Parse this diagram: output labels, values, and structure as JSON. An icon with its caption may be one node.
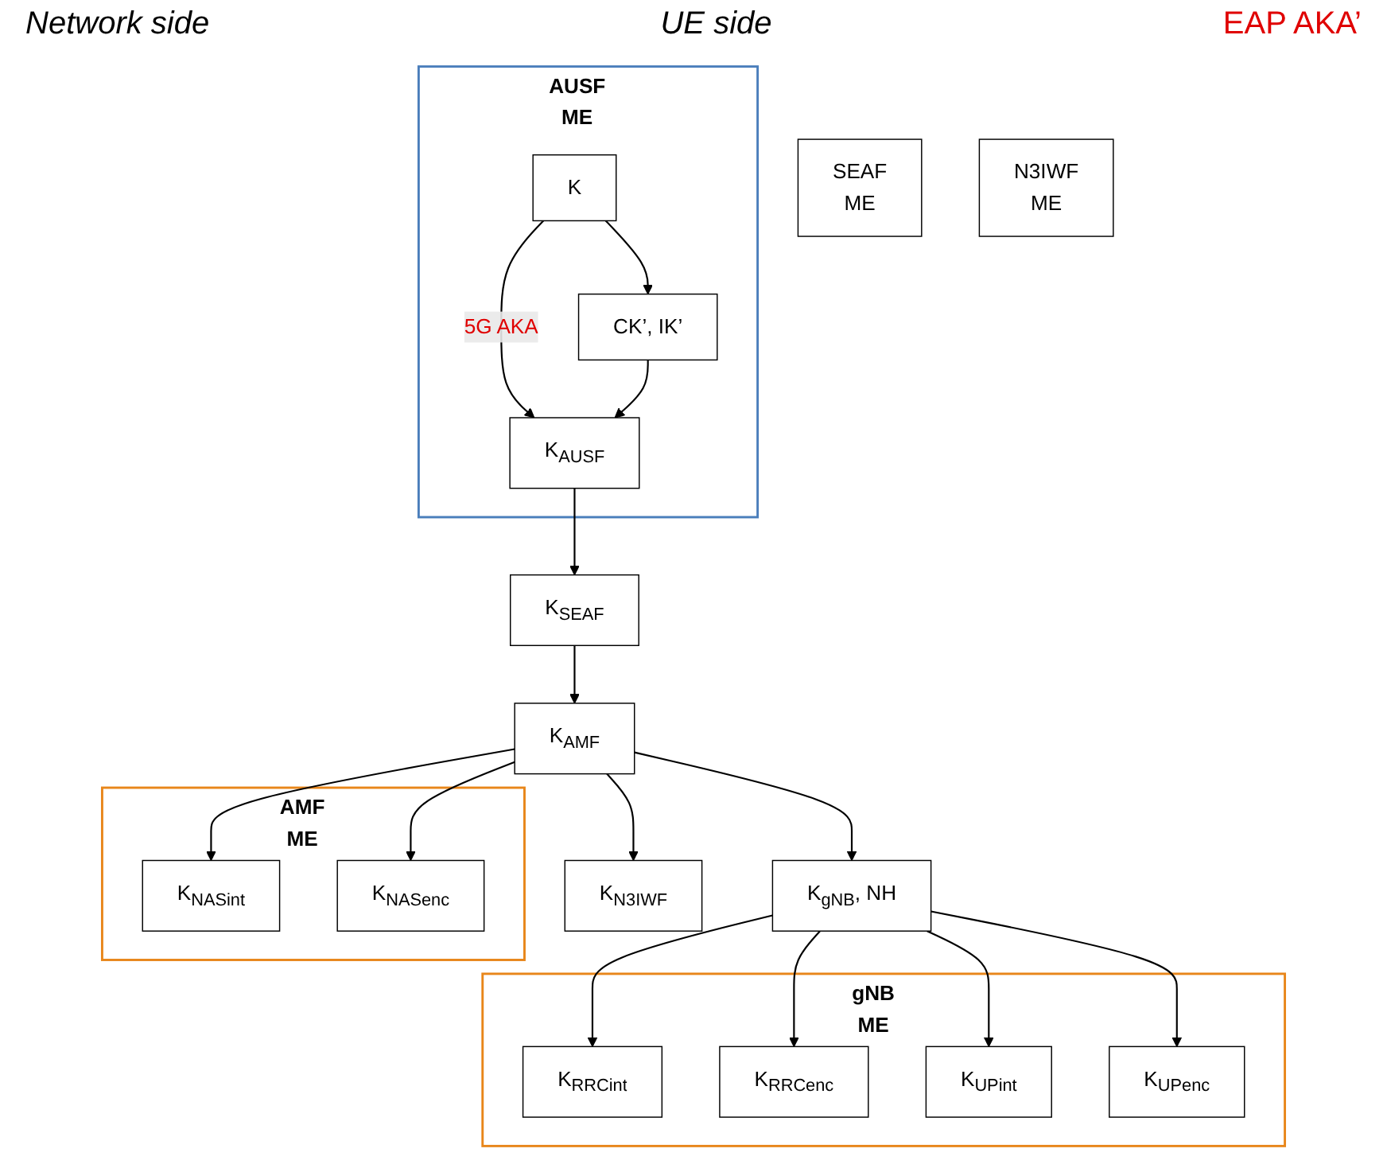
{
  "diagram": {
    "nodes": [
      {
        "text": [
          "AUSF",
          "ME"
        ]
      },
      {
        "text": [
          "K"
        ],
        "in": 0
      },
      {
        "text": [
          "CK’, IK’"
        ],
        "in": 0
      },
      {
        "text": [
          "K$_{AUSF}$"
        ],
        "in": 0
      },
      {
        "text": [
          "SEAF",
          "ME"
        ]
      },
      {
        "text": [
          "K$_{SEAF}$"
        ]
      },
      {
        "text": [
          "AMF",
          "ME"
        ]
      },
      {
        "text": [
          "K$_{AMF}$"
        ]
      },
      {
        "text": [
          "K$_{NASint}$"
        ],
        "in": 6
      },
      {
        "text": [
          "K$_{NASenc}$"
        ],
        "in": 6
      },
      {
        "text": [
          "N3IWF",
          "ME"
        ]
      },
      {
        "text": [
          "K$_{N3IWF}$"
        ]
      },
      {
        "text": [
          "gNB",
          "ME"
        ]
      },
      {
        "text": [
          "K$_{gNB}$, NH"
        ]
      },
      {
        "text": [
          "K$_{RRCint}$"
        ],
        "in": 12
      },
      {
        "text": [
          "K$_{RRCenc}$"
        ],
        "in": 12
      },
      {
        "text": [
          "K$_{UPint}$"
        ],
        "in": 12
      },
      {
        "text": [
          "K$_{UPenc}$"
        ],
        "in": 12
      }
    ],
    "edges": [
      {
        "from": 1,
        "to": 3,
        "arrow": "to",
        "label": "5G AKA"
      },
      {
        "from": 1,
        "to": 2,
        "arrow": "to"
      },
      {
        "from": 2,
        "to": 3,
        "arrow": "to"
      },
      {
        "from": 3,
        "to": 5,
        "arrow": "to"
      },
      {
        "from": 5,
        "to": 7,
        "arrow": "to"
      },
      {
        "from": 7,
        "to": 11,
        "arrow": "to"
      },
      {
        "from": 7,
        "to": 13,
        "arrow": "to"
      },
      {
        "from": 7,
        "to": 8,
        "arrow": "to"
      },
      {
        "from": 7,
        "to": 9,
        "arrow": "to"
      },
      {
        "from": 13,
        "to": 14,
        "arrow": "to"
      },
      {
        "from": 13,
        "to": 15,
        "arrow": "to"
      },
      {
        "from": 13,
        "to": 16,
        "arrow": "to"
      },
      {
        "from": 13,
        "to": 17,
        "arrow": "to"
      }
    ],
    "labels": [
      "Network side",
      "UE side",
      "EAP AKA’"
    ]
  }
}
